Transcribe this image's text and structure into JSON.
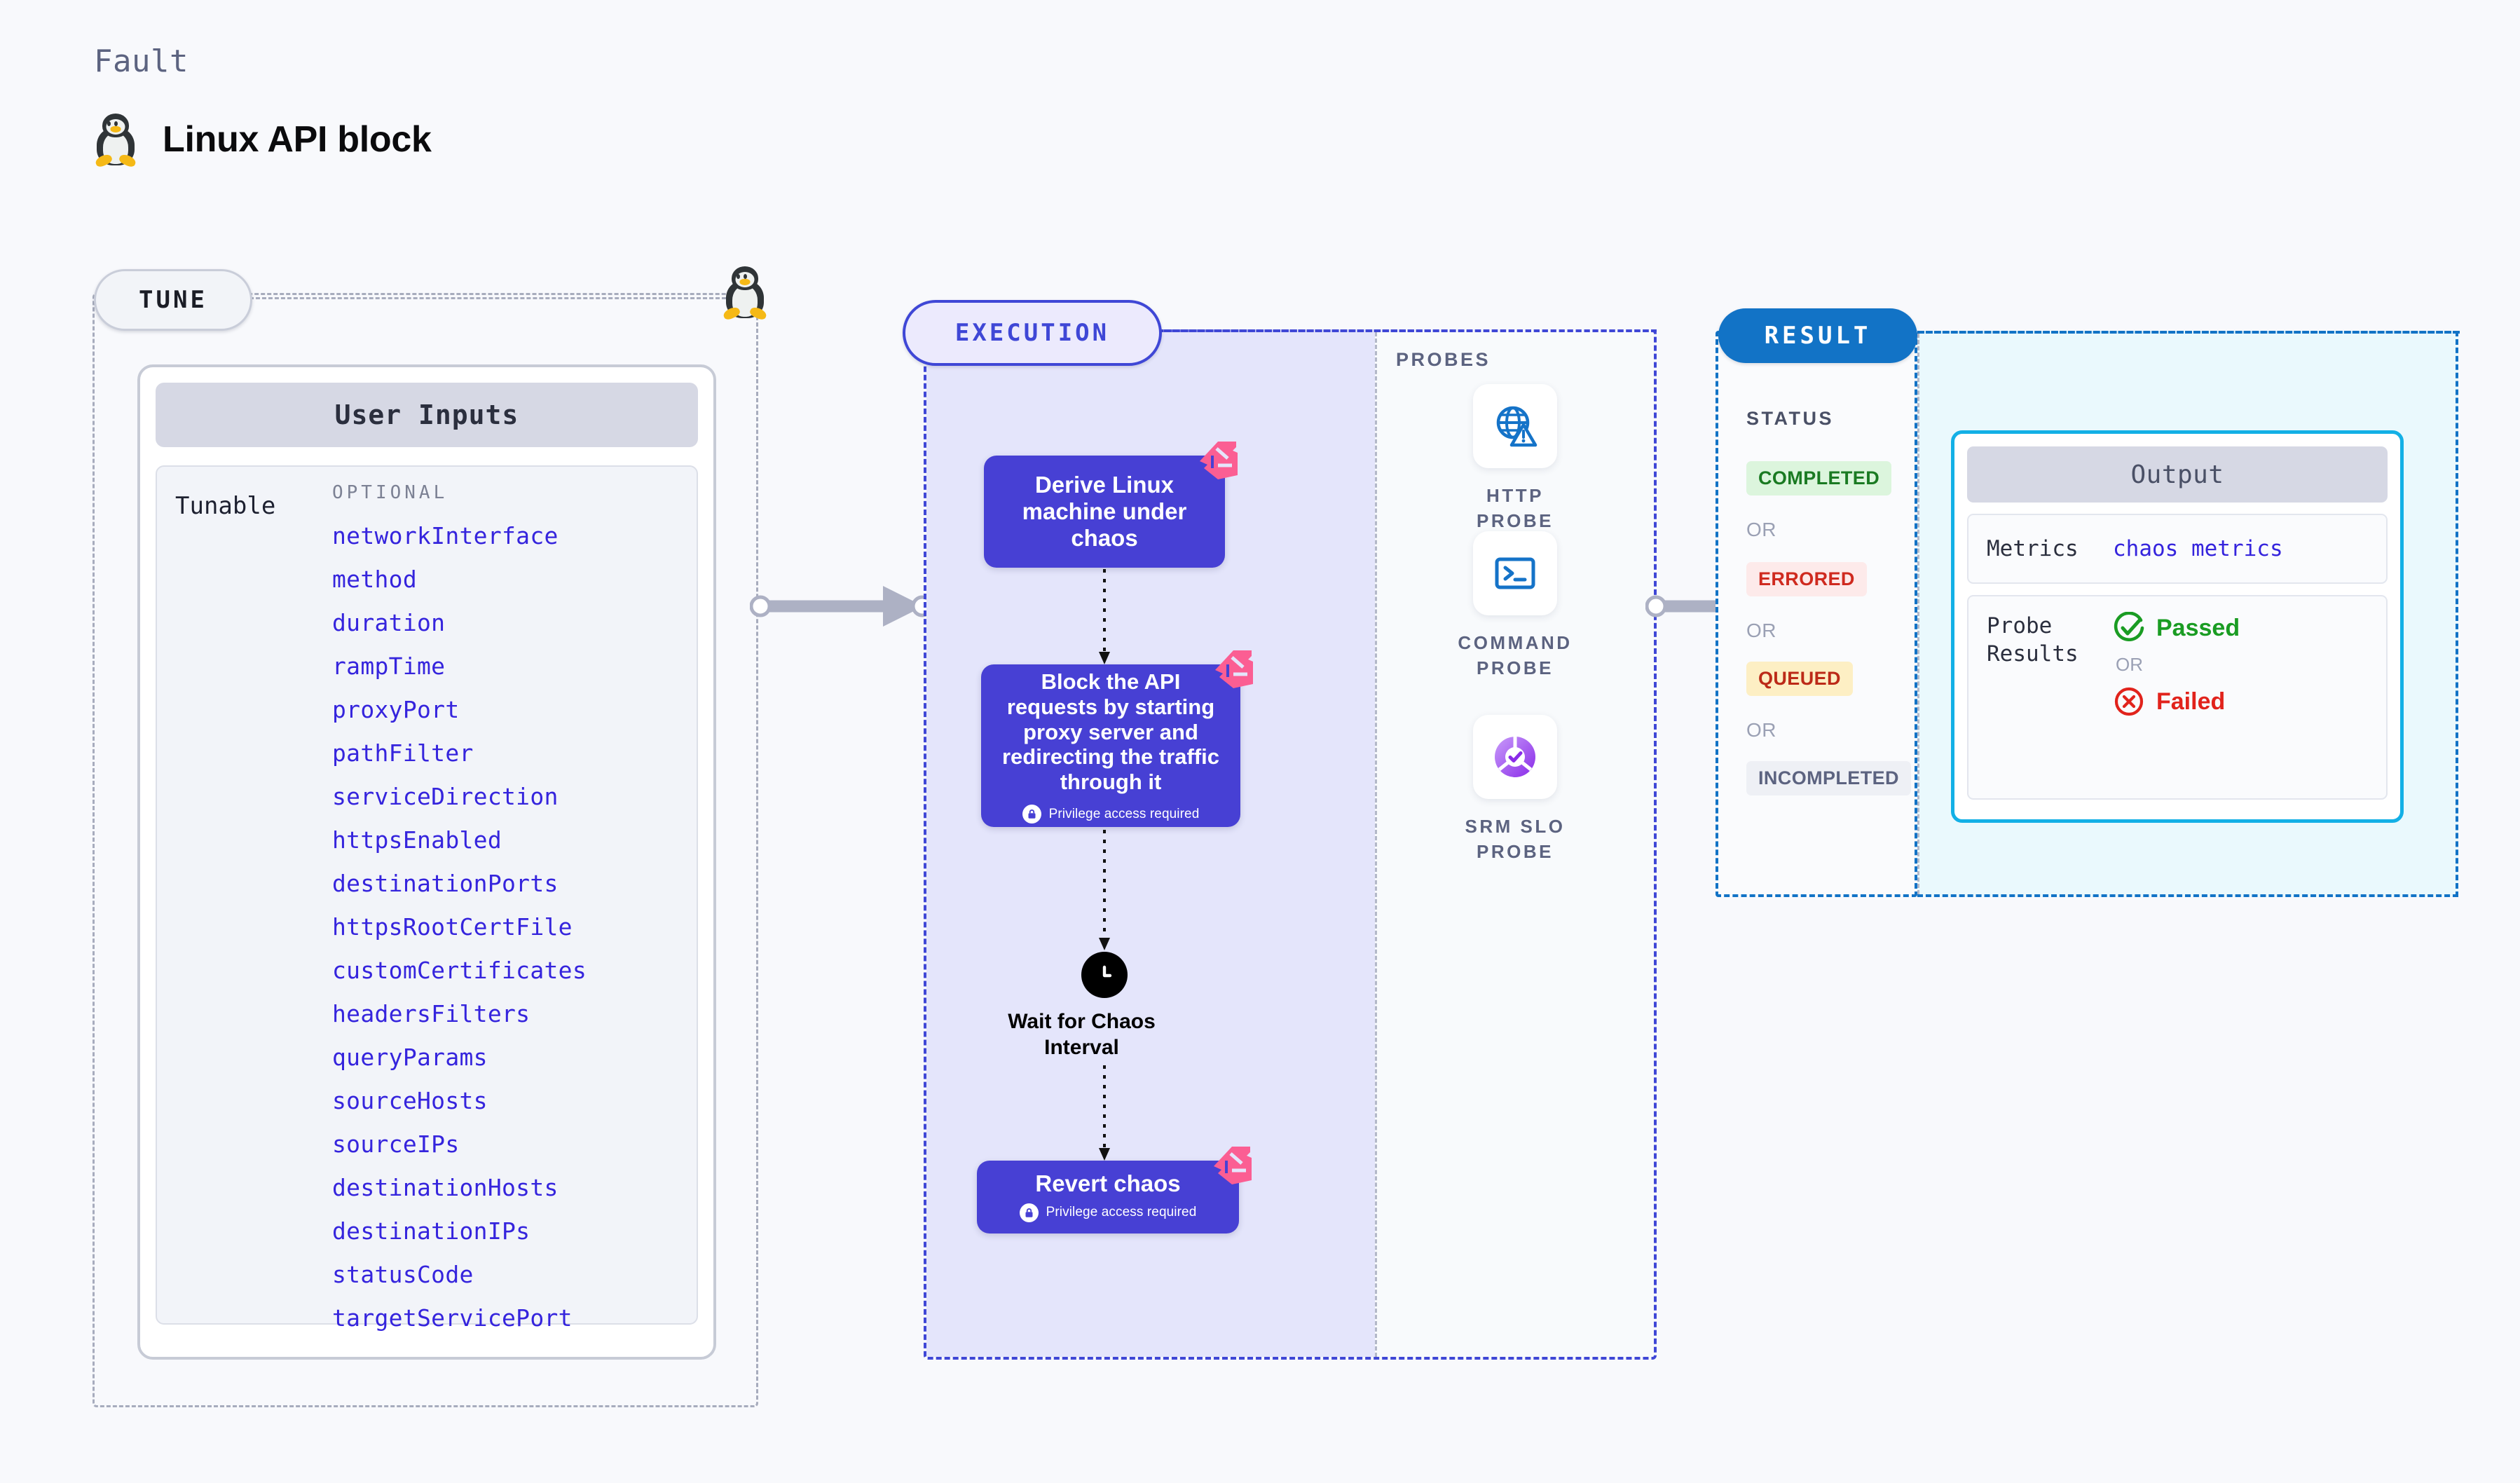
{
  "header": {
    "kicker": "Fault",
    "title": "Linux API block",
    "icon": "tux-penguin-icon"
  },
  "tune": {
    "badge": "TUNE",
    "card_title": "User Inputs",
    "tunable_label": "Tunable",
    "optional_label": "OPTIONAL",
    "optional_items": [
      "networkInterface",
      "method",
      "duration",
      "rampTime",
      "proxyPort",
      "pathFilter",
      "serviceDirection",
      "httpsEnabled",
      "destinationPorts",
      "httpsRootCertFile",
      "customCertificates",
      "headersFilters",
      "queryParams",
      "sourceHosts",
      "sourceIPs",
      "destinationHosts",
      "destinationIPs",
      "statusCode",
      "targetServicePort"
    ]
  },
  "execution": {
    "badge": "EXECUTION",
    "nodes": [
      {
        "label": "Derive Linux machine under chaos",
        "privilege": null
      },
      {
        "label": "Block the API requests by starting proxy server and redirecting the traffic through it",
        "privilege": "Privilege access required"
      },
      {
        "label": "Wait for Chaos Interval",
        "privilege": null,
        "icon": "clock-icon"
      },
      {
        "label": "Revert chaos",
        "privilege": "Privilege access required"
      }
    ]
  },
  "probes": {
    "title": "PROBES",
    "items": [
      {
        "label": "HTTP PROBE",
        "icon": "globe-warning-icon"
      },
      {
        "label": "COMMAND PROBE",
        "icon": "terminal-icon"
      },
      {
        "label": "SRM SLO PROBE",
        "icon": "slo-donut-check-icon"
      }
    ]
  },
  "result": {
    "badge": "RESULT",
    "status_title": "STATUS",
    "or_label": "OR",
    "statuses": [
      {
        "label": "COMPLETED",
        "fg": "#1a7a22",
        "bg": "#dcf5dd"
      },
      {
        "label": "ERRORED",
        "fg": "#cf2a1f",
        "bg": "#fdeaea"
      },
      {
        "label": "QUEUED",
        "fg": "#bc2a18",
        "bg": "#fdefc4"
      },
      {
        "label": "INCOMPLETED",
        "fg": "#5c6380",
        "bg": "#eef0f5"
      }
    ],
    "output": {
      "title": "Output",
      "metrics_key": "Metrics",
      "metrics_value": "chaos metrics",
      "probe_key": "Probe Results",
      "probe_passed": "Passed",
      "probe_failed": "Failed",
      "or_label": "OR"
    }
  },
  "colors": {
    "indigo": "#4740d4",
    "indigo_border": "#3f47d6",
    "exec_fill": "#e4e5fb",
    "result_blue": "#1273c6",
    "output_cyan": "#13b0e6",
    "ribbon_pink": "#fb5e93",
    "tunable_blue": "#3524dd"
  }
}
